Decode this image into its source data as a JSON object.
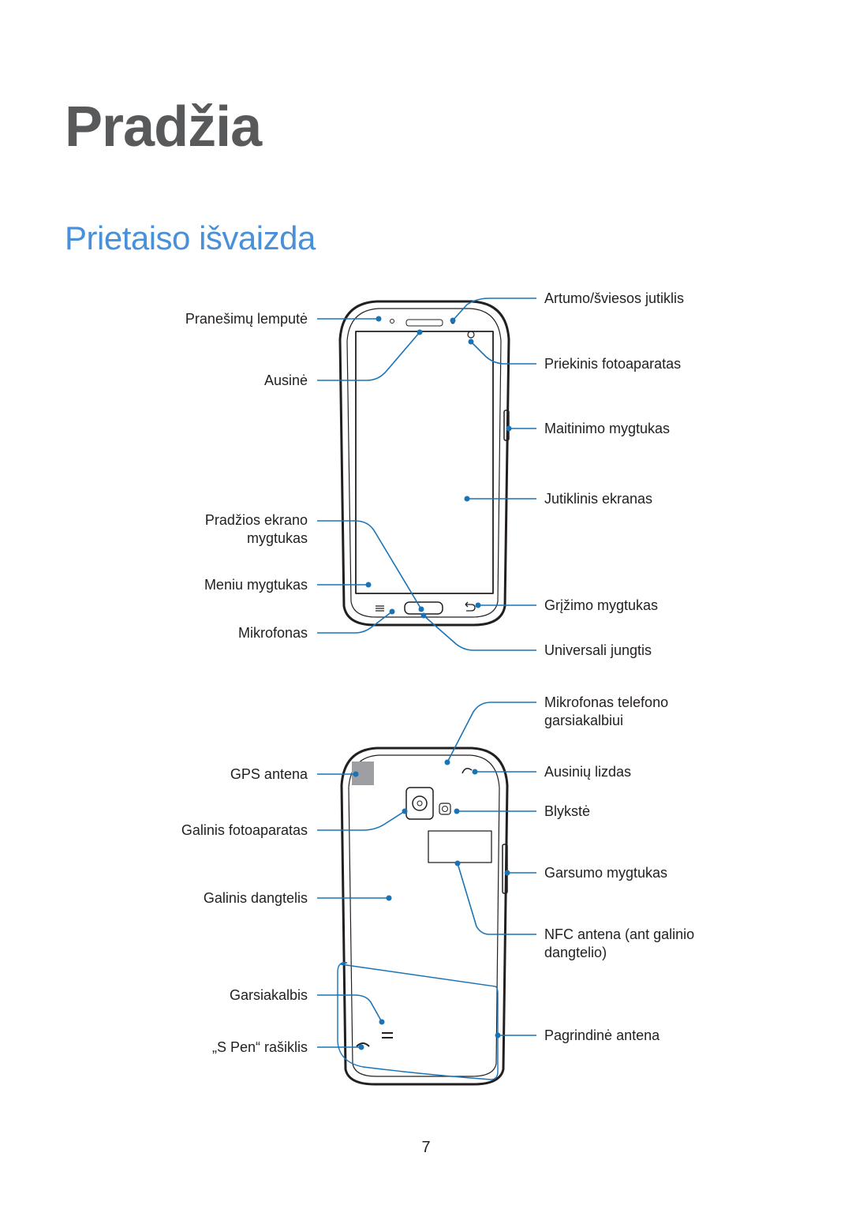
{
  "chapter_title": "Pradžia",
  "section_title": "Prietaiso išvaizda",
  "front_view": {
    "left_labels": {
      "notification_led": "Pranešimų lemputė",
      "earpiece": "Ausinė",
      "home_button": [
        "Pradžios ekrano",
        "mygtukas"
      ],
      "menu_button": "Meniu mygtukas",
      "microphone": "Mikrofonas"
    },
    "right_labels": {
      "proximity_sensor": "Artumo/šviesos jutiklis",
      "front_camera": "Priekinis fotoaparatas",
      "power_button": "Maitinimo mygtukas",
      "touch_screen": "Jutiklinis ekranas",
      "back_button": "Grįžimo mygtukas",
      "multipurpose_jack": "Universali jungtis"
    }
  },
  "back_view": {
    "left_labels": {
      "gps_antenna": "GPS antena",
      "rear_camera": "Galinis fotoaparatas",
      "back_cover": "Galinis dangtelis",
      "speaker": "Garsiakalbis",
      "s_pen": "„S Pen“ rašiklis"
    },
    "right_labels": {
      "speakerphone_mic": [
        "Mikrofonas telefono",
        "garsiakalbiui"
      ],
      "headset_jack": "Ausinių lizdas",
      "flash": "Blykstė",
      "volume_button": "Garsumo mygtukas",
      "nfc_antenna": [
        "NFC antena (ant galinio",
        "dangtelio)"
      ],
      "main_antenna": "Pagrindinė antena"
    }
  },
  "page_number": "7",
  "colors": {
    "callout_line": "#1a73b5",
    "section_title": "#4a90d9",
    "chapter_title": "#58595b",
    "gps_patch": "#9d9fa2"
  }
}
